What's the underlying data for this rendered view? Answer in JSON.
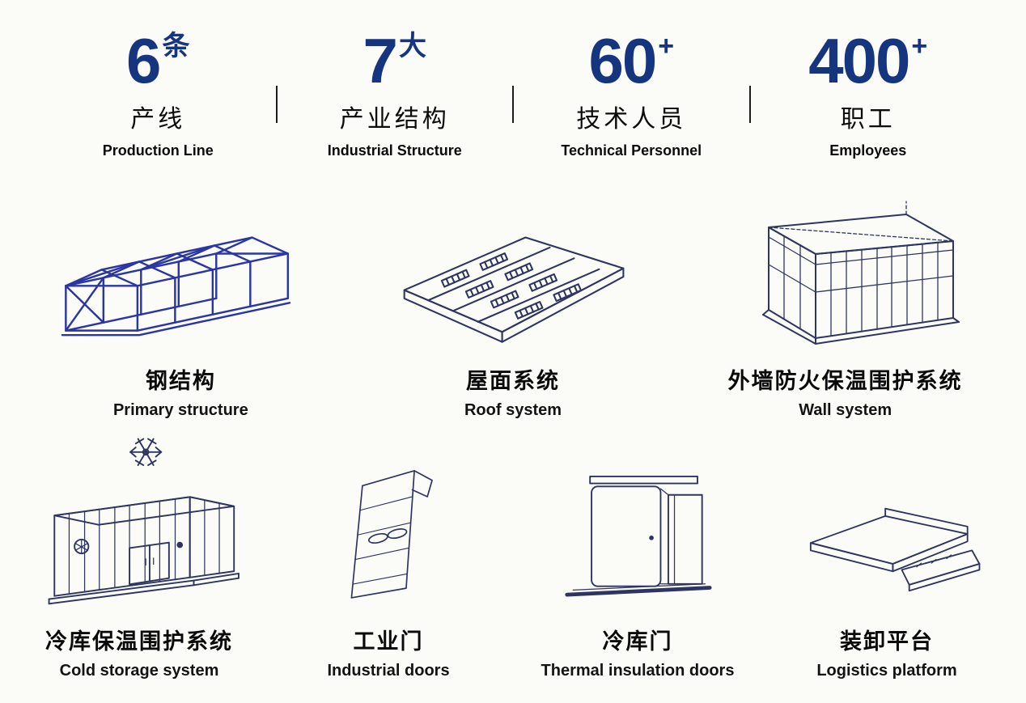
{
  "stats": [
    {
      "number": "6",
      "unit": "条",
      "zh": "产线",
      "en": "Production Line"
    },
    {
      "number": "7",
      "unit": "大",
      "zh": "产业结构",
      "en": "Industrial Structure"
    },
    {
      "number": "60",
      "unit": "+",
      "zh": "技术人员",
      "en": "Technical Personnel"
    },
    {
      "number": "400",
      "unit": "+",
      "zh": "职工",
      "en": "Employees"
    }
  ],
  "products": {
    "row1": [
      {
        "zh": "钢结构",
        "en": "Primary structure",
        "icon": "steel-structure-icon"
      },
      {
        "zh": "屋面系统",
        "en": "Roof system",
        "icon": "roof-system-icon"
      },
      {
        "zh": "外墙防火保温围护系统",
        "en": "Wall system",
        "icon": "wall-system-icon"
      }
    ],
    "row2": [
      {
        "zh": "冷库保温围护系统",
        "en": "Cold storage system",
        "icon": "cold-storage-icon"
      },
      {
        "zh": "工业门",
        "en": "Industrial doors",
        "icon": "industrial-door-icon"
      },
      {
        "zh": "冷库门",
        "en": "Thermal insulation doors",
        "icon": "thermal-insulation-door-icon"
      },
      {
        "zh": "装卸平台",
        "en": "Logistics platform",
        "icon": "logistics-platform-icon"
      }
    ]
  },
  "colors": {
    "accent_blue": "#16357f",
    "steel_blue": "#2a36a2",
    "line_art": "#2e3560",
    "text": "#0d0d0d",
    "background": "#fbfbf8"
  }
}
